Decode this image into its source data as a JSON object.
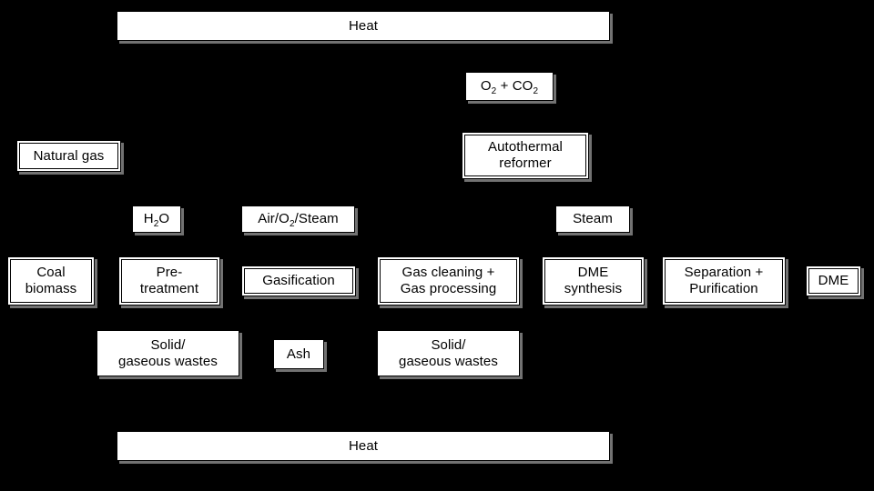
{
  "diagram": {
    "title": "Coal/biomass to DME process flow",
    "background_color": "#000000",
    "node_fill_color": "#ffffff",
    "node_text_color": "#000000",
    "shadow_color": "#787878"
  },
  "nodes": {
    "heat_top": "Heat",
    "heat_bottom": "Heat",
    "o2_co2_pre": "O",
    "o2_co2_sub1": "2",
    "o2_co2_mid": " + CO",
    "o2_co2_sub2": "2",
    "natural_gas": "Natural gas",
    "autothermal_reformer": "Autothermal\nreformer",
    "h2o_pre": "H",
    "h2o_sub": "2",
    "h2o_post": "O",
    "air_o2_steam_pre": "Air/O",
    "air_o2_steam_sub": "2",
    "air_o2_steam_post": "/Steam",
    "steam": "Steam",
    "coal_biomass": "Coal\nbiomass",
    "pre_treatment": "Pre-\ntreatment",
    "gasification": "Gasification",
    "gas_cleaning": "Gas cleaning +\nGas processing",
    "dme_synthesis": "DME\nsynthesis",
    "separation_purification": "Separation +\nPurification",
    "dme_product": "DME",
    "wastes_left": "Solid/\ngaseous wastes",
    "ash": "Ash",
    "wastes_right": "Solid/\ngaseous wastes"
  }
}
